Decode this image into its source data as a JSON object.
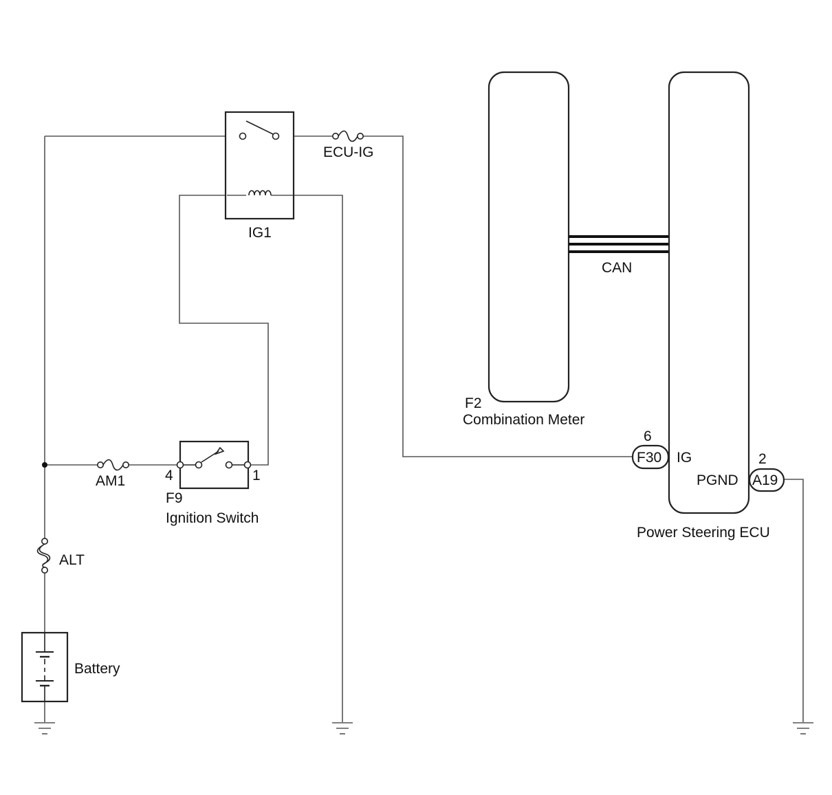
{
  "relay": {
    "name": "IG1"
  },
  "fuses": {
    "ecu_ig": "ECU-IG",
    "am1": "AM1",
    "alt": "ALT"
  },
  "ignition_switch": {
    "code": "F9",
    "name": "Ignition Switch",
    "pin_left": "4",
    "pin_right": "1"
  },
  "battery": {
    "name": "Battery"
  },
  "combination_meter": {
    "code": "F2",
    "name": "Combination Meter"
  },
  "bus": {
    "name": "CAN"
  },
  "power_steering_ecu": {
    "name": "Power Steering ECU",
    "ig_connector": "F30",
    "ig_pin": "6",
    "ig_label": "IG",
    "pgnd_connector": "A19",
    "pgnd_pin": "2",
    "pgnd_label": "PGND"
  }
}
